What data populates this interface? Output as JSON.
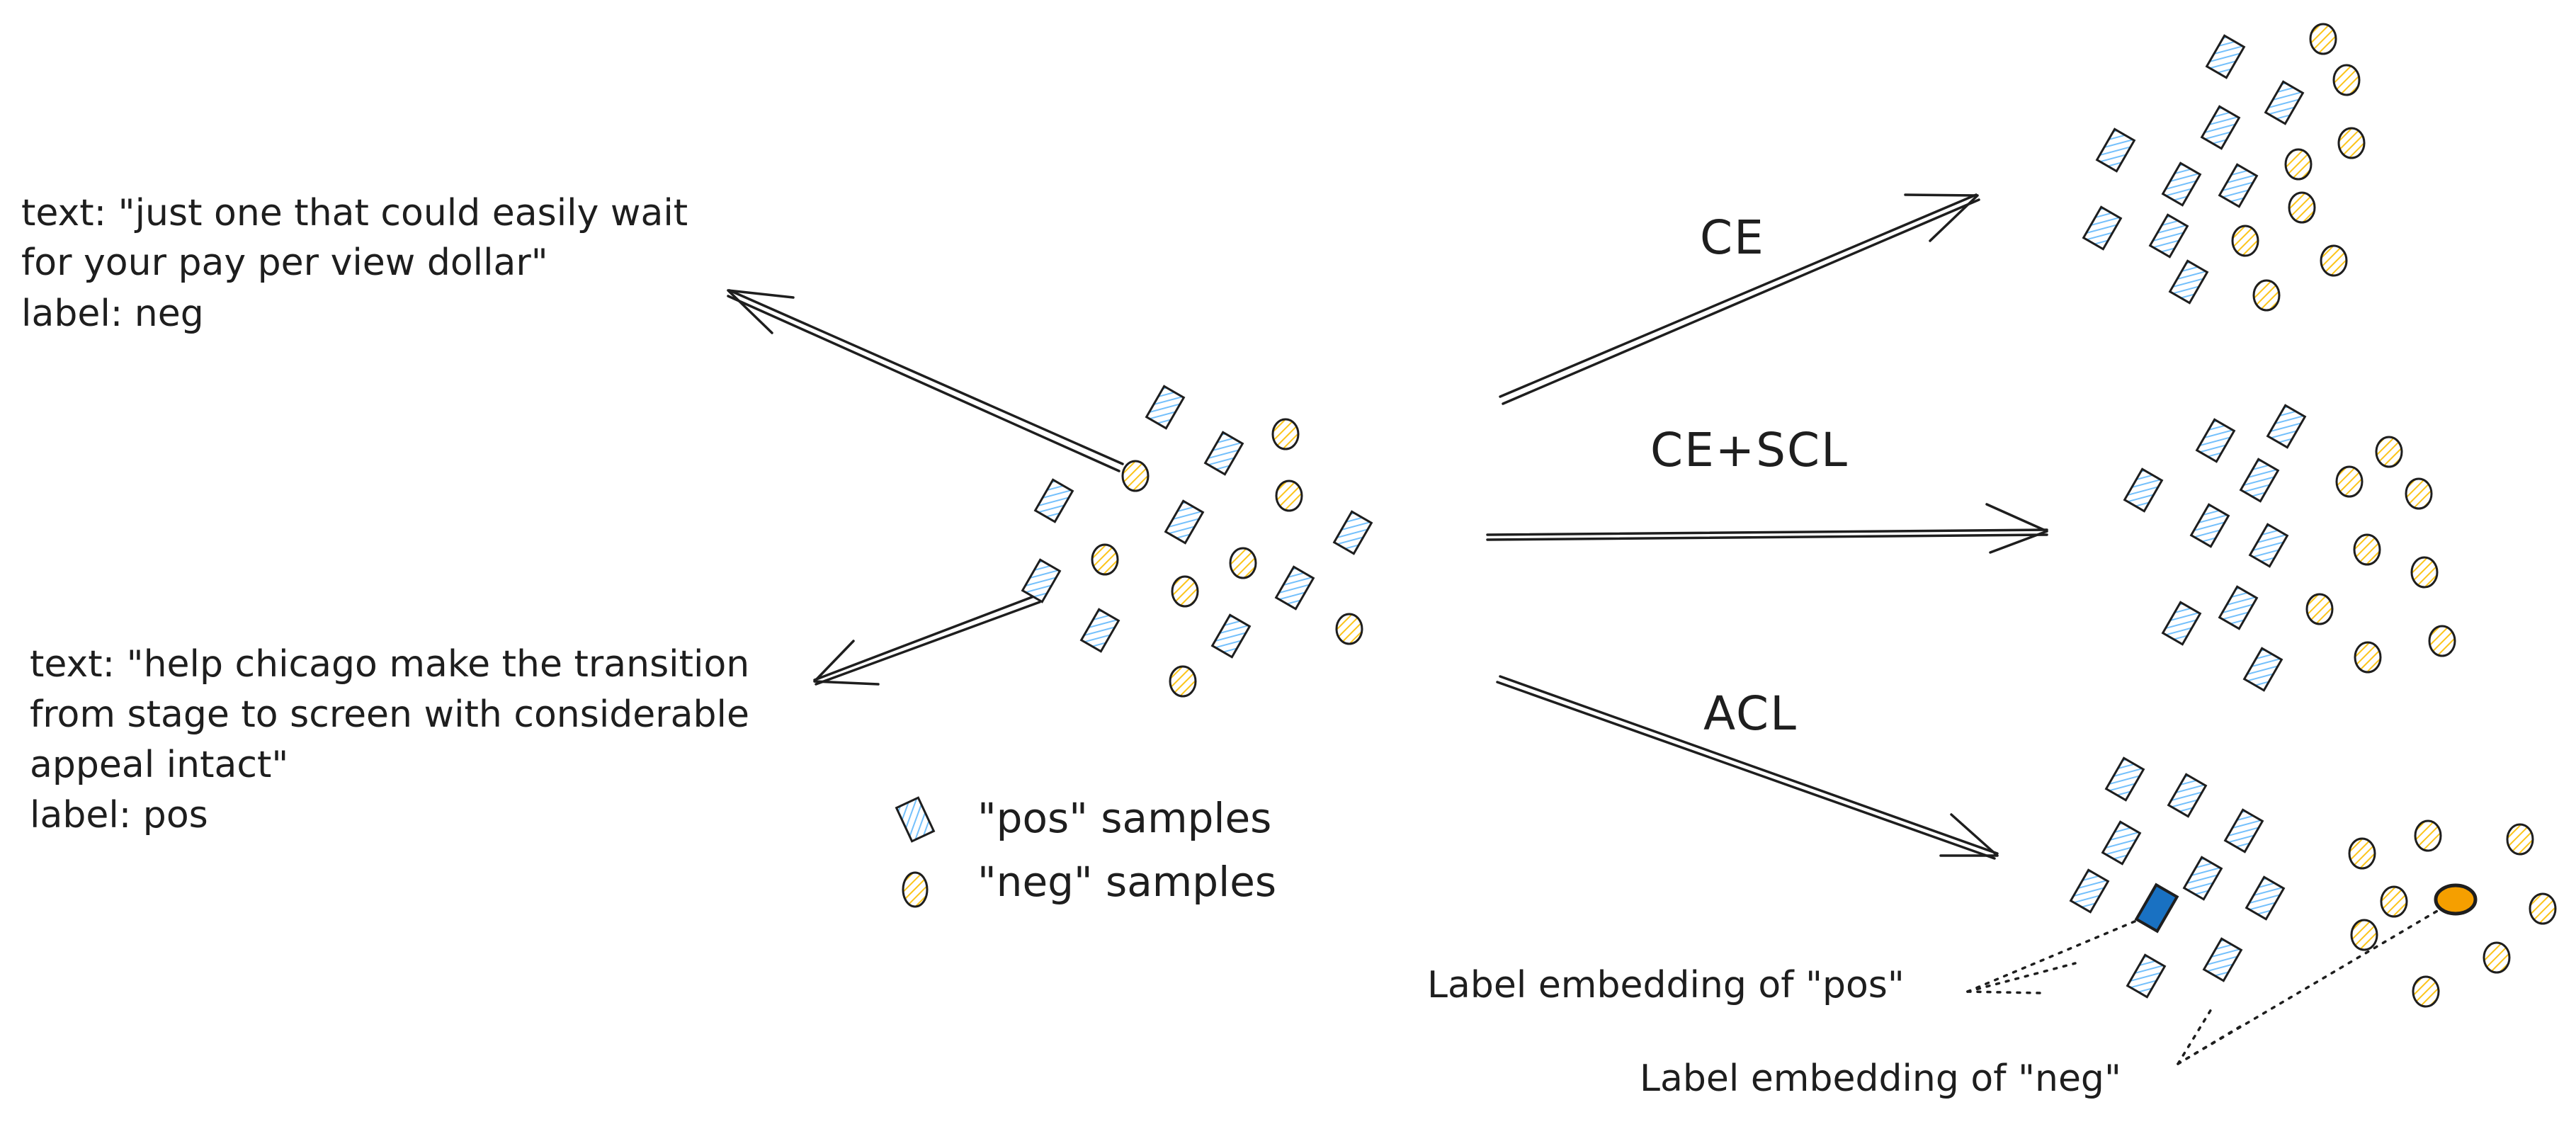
{
  "annotations": {
    "neg_example": {
      "lines": [
        "text: \"just one that could easily wait",
        "for your pay per view dollar\"",
        "label: neg"
      ]
    },
    "pos_example": {
      "lines": [
        "text: \"help chicago make the transition",
        "from stage to screen with considerable",
        "appeal intact\"",
        "label: pos"
      ]
    }
  },
  "methods": {
    "ce": "CE",
    "ce_scl": "CE+SCL",
    "acl": "ACL"
  },
  "legend": {
    "pos": "\"pos\" samples",
    "neg": "\"neg\" samples"
  },
  "label_embeddings": {
    "pos": "Label embedding of \"pos\"",
    "neg": "Label embedding of \"neg\""
  },
  "colors": {
    "pos_fill": "#a5d8ff",
    "neg_fill": "#ffd43b",
    "pos_label_embedding": "#1971c2",
    "neg_label_embedding": "#f59f00",
    "stroke": "#1e1e1e"
  }
}
